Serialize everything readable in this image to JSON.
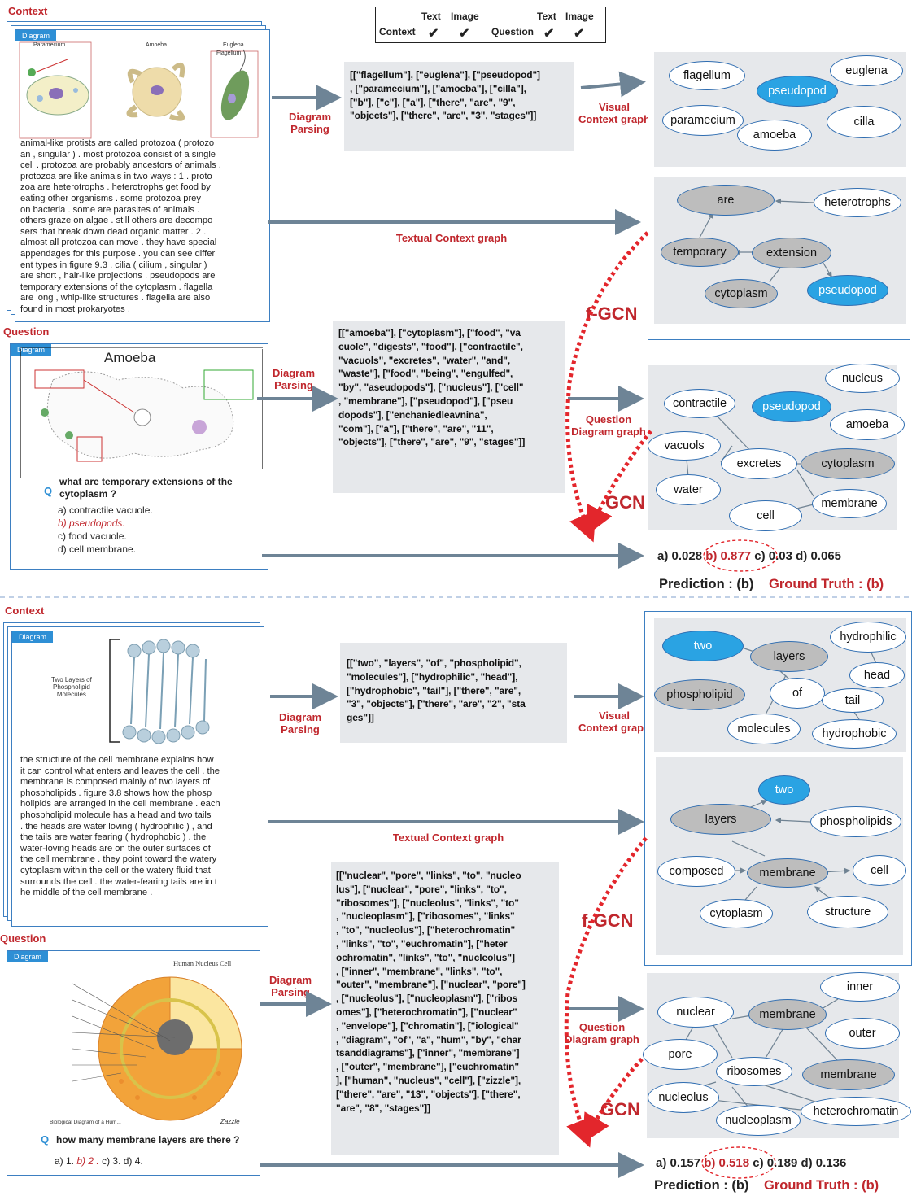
{
  "legend": {
    "col_text": "Text",
    "col_image": "Image",
    "row1": "Context",
    "row2": "Question",
    "check": "✔"
  },
  "labels": {
    "context": "Context",
    "question": "Question",
    "diagram_tag": "Diagram",
    "diagram_parsing": "Diagram\nParsing",
    "visual_context_graph": "Visual\nContext graph",
    "textual_context_graph": "Textual Context graph",
    "question_diagram_graph": "Question\nDiagram graph",
    "fgcn": "f-GCN",
    "gcn": "GCN"
  },
  "example1": {
    "diagram_words": {
      "paramecium": "Paramecium",
      "amoeba": "Amoeba",
      "euglena": "Euglena",
      "flagellum": "Flagellum"
    },
    "context_text": "animal-like protists are called protozoa ( protozo\nan , singular ) . most protozoa consist of a single\ncell . protozoa are probably ancestors of animals .\n protozoa are like animals in two ways : 1 . proto\nzoa are heterotrophs . heterotrophs get food by\neating other organisms . some protozoa prey\non bacteria . some are parasites of animals .\nothers graze on algae . still others are decompo\nsers that break down dead organic matter . 2 .\nalmost all protozoa can move . they have special\nappendages for this purpose . you can see differ\nent types in figure 9.3 . cilia ( cilium , singular )\nare short , hair-like projections . pseudopods are\ntemporary extensions of the cytoplasm . flagella\nare long , whip-like structures . flagella are also\nfound in most prokaryotes .",
    "context_tokens": "[[\"flagellum\"], [\"euglena\"], [\"pseudopod\"]\n, [\"paramecium\"], [\"amoeba\"], [\"cilla\"],\n[\"b\"], [\"c\"], [\"a\"], [\"there\", \"are\", \"9\",\n\"objects\"], [\"there\", \"are\", \"3\", \"stages\"]]",
    "question_diagram_title": "Amoeba",
    "question_tokens": "[[\"amoeba\"], [\"cytoplasm\"], [\"food\", \"va\ncuole\", \"digests\", \"food\"], [\"contractile\",\n\"vacuols\", \"excretes\", \"water\", \"and\",\n\"waste\"], [\"food\", \"being\", \"engulfed\",\n\"by\", \"aseudopods\"], [\"nucleus\"], [\"cell\"\n, \"membrane\"], [\"pseudopod\"], [\"pseu\ndopods\"], [\"enchaniedleavnina\",\n\"com\"], [\"a\"], [\"there\", \"are\", \"11\",\n\"objects\"], [\"there\", \"are\", \"9\", \"stages\"]]",
    "q_mark": "Q",
    "question": "what are temporary extensions of the\ncytoplasm ?",
    "options": [
      "a) contractile vacuole.",
      "b) pseudopods.",
      "c) food vacuole.",
      "d) cell membrane."
    ],
    "visual_nodes": [
      "flagellum",
      "euglena",
      "pseudopod",
      "paramecium",
      "amoeba",
      "cilla"
    ],
    "textual_nodes": [
      "are",
      "heterotrophs",
      "temporary",
      "extension",
      "cytoplasm",
      "pseudopod"
    ],
    "question_nodes": [
      "nucleus",
      "contractile",
      "pseudopod",
      "amoeba",
      "vacuols",
      "excretes",
      "cytoplasm",
      "water",
      "membrane",
      "cell"
    ],
    "scores": {
      "a": "a) 0.028",
      "b": "b) 0.877",
      "c": "c) 0.03",
      "d": "d) 0.065"
    },
    "prediction": "Prediction : (b)",
    "ground_truth": "Ground Truth : (b)"
  },
  "example2": {
    "diagram_caption": "Two Layers of\nPhospholipid\nMolecules",
    "context_text": "the structure of the cell membrane explains how\n it can control what enters and leaves the cell . the\n membrane is composed mainly of two layers of\nphospholipids . figure 3.8 shows how the phosp\nholipids are arranged in the cell membrane . each\n phospholipid molecule has a head and two tails\n. the heads are water loving ( hydrophilic ) , and\n the tails are water fearing ( hydrophobic ) . the\nwater-loving heads are on the outer surfaces of\nthe cell membrane . they point toward the watery\ncytoplasm within the cell or the watery fluid that\nsurrounds the cell . the water-fearing tails are in t\nhe middle of the cell membrane .",
    "context_tokens": "[[\"two\", \"layers\", \"of\", \"phospholipid\",\n\"molecules\"], [\"hydrophilic\", \"head\"],\n[\"hydrophobic\", \"tail\"], [\"there\", \"are\",\n\"3\", \"objects\"], [\"there\", \"are\", \"2\", \"sta\nges\"]]",
    "question_diagram_title": "Human Nucleus Cell",
    "question_diagram_footer": "Biological Diagram of a Hum...",
    "question_diagram_brand": "Zazzle",
    "question_tokens": "[[\"nuclear\", \"pore\", \"links\", \"to\", \"nucleo\nlus\"], [\"nuclear\", \"pore\", \"links\", \"to\",\n\"ribosomes\"], [\"nucleolus\", \"links\", \"to\"\n, \"nucleoplasm\"], [\"ribosomes\", \"links\"\n, \"to\", \"nucleolus\"], [\"heterochromatin\"\n, \"links\", \"to\", \"euchromatin\"], [\"heter\nochromatin\", \"links\", \"to\", \"nucleolus\"]\n, [\"inner\", \"membrane\", \"links\", \"to\",\n\"outer\", \"membrane\"], [\"nuclear\", \"pore\"]\n, [\"nucleolus\"], [\"nucleoplasm\"], [\"ribos\nomes\"], [\"heterochromatin\"], [\"nuclear\"\n, \"envelope\"], [\"chromatin\"], [\"iological\"\n, \"diagram\", \"of\", \"a\", \"hum\", \"by\", \"char\ntsanddiagrams\"], [\"inner\", \"membrane\"]\n, [\"outer\", \"membrane\"], [\"euchromatin\"\n], [\"human\", \"nucleus\", \"cell\"], [\"zizzle\"],\n [\"there\", \"are\", \"13\", \"objects\"], [\"there\",\n\"are\", \"8\", \"stages\"]]",
    "q_mark": "Q",
    "question": "how many membrane layers are there ?",
    "options": [
      "a) 1.",
      "b) 2 .",
      "c) 3.",
      "d) 4."
    ],
    "visual_nodes": [
      "two",
      "layers",
      "hydrophilic",
      "head",
      "phospholipid",
      "of",
      "tail",
      "molecules",
      "hydrophobic"
    ],
    "textual_nodes": [
      "two",
      "layers",
      "phospholipids",
      "composed",
      "membrane",
      "cell",
      "cytoplasm",
      "structure"
    ],
    "question_nodes": [
      "inner",
      "nuclear",
      "membrane",
      "outer",
      "pore",
      "ribosomes",
      "membrane",
      "nucleolus",
      "heterochromatin",
      "nucleoplasm"
    ],
    "scores": {
      "a": "a) 0.157",
      "b": "b) 0.518",
      "c": "c) 0.189",
      "d": "d) 0.136"
    },
    "prediction": "Prediction : (b)",
    "ground_truth": "Ground Truth : (b)"
  },
  "colors": {
    "accent_red": "#c0272d",
    "accent_blue": "#2e8fd5",
    "border_blue": "#3d7fc1",
    "arrow_gray": "#6e8496",
    "node_blue": "#2aa3e3",
    "node_gray": "#bdbdbd",
    "panel_gray": "#e6e8eb"
  }
}
